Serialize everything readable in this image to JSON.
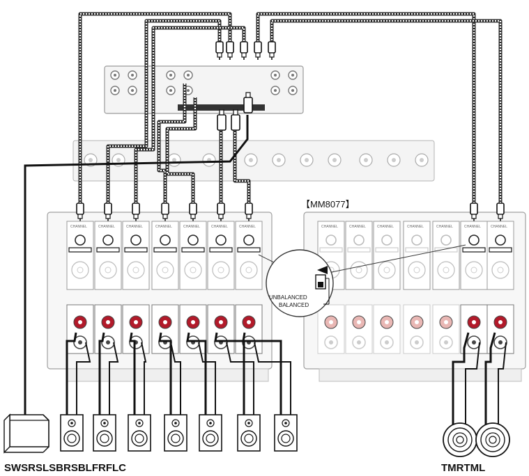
{
  "diagram": {
    "unit_label": "【MM8077】",
    "switch_labels": {
      "unbalanced": "UNBALANCED",
      "balanced": "BALANCED"
    },
    "speaker_group_left": "SWSRSLSBRSBLFRFLC",
    "speaker_group_right": "TMRTML",
    "channel_label": "CHANNEL",
    "colors": {
      "cable": "#2b2b2b",
      "binding_post_red": "#b21a2a",
      "binding_post_faded": "#e9b7b4",
      "panel_stroke": "#9a9a9a",
      "panel_fill": "#f4f4f4"
    }
  }
}
